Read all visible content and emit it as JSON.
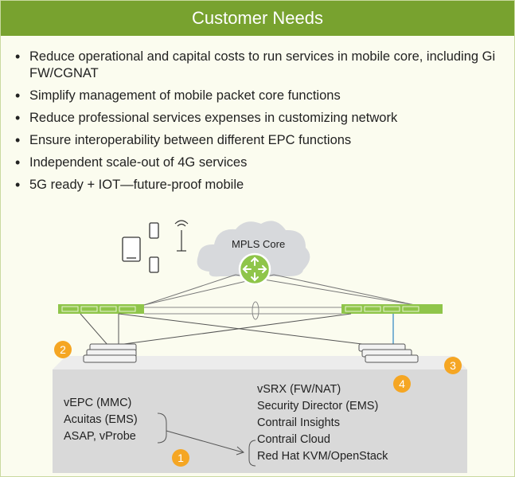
{
  "header": {
    "title": "Customer Needs"
  },
  "needs": [
    "Reduce operational and capital costs to run services in mobile core, including Gi FW/CGNAT",
    "Simplify management of mobile packet core functions",
    "Reduce professional services expenses in customizing network",
    "Ensure interoperability between different EPC functions",
    "Independent scale-out of 4G services",
    "5G ready + IOT—future-proof mobile"
  ],
  "diagram": {
    "cloud_label": "MPLS Core",
    "left_stack": [
      "vEPC (MMC)",
      "Acuitas (EMS)",
      "ASAP, vProbe"
    ],
    "right_stack": [
      "vSRX (FW/NAT)",
      "Security Director (EMS)",
      "Contrail Insights",
      "Contrail Cloud",
      "Red Hat KVM/OpenStack"
    ],
    "badges": [
      "2",
      "3",
      "4",
      "1"
    ],
    "colors": {
      "header": "#78a22f",
      "switch": "#8fc54a",
      "badge": "#f5a623",
      "platform": "#d9d9d9"
    }
  }
}
